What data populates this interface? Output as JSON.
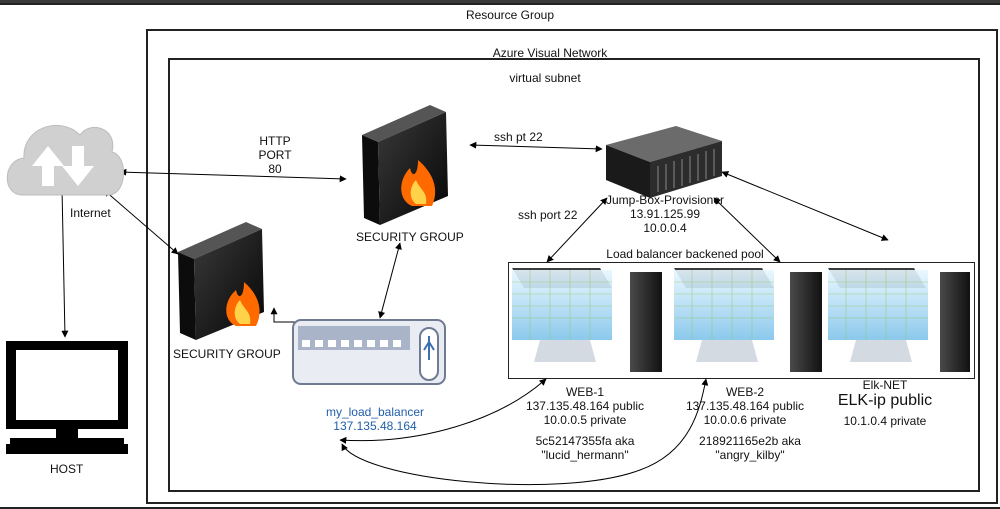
{
  "containers": {
    "resource_group": "Resource Group",
    "azure_network": "Azure Visual Network",
    "virtual_subnet": "virtual subnet",
    "backend_pool": "Load balancer backened pool"
  },
  "internet": {
    "label": "Internet"
  },
  "host": {
    "label": "HOST"
  },
  "http": {
    "line1": "HTTP",
    "line2": "PORT",
    "line3": "80"
  },
  "security_group_top": {
    "label": "SECURITY GROUP"
  },
  "security_group_left": {
    "label": "SECURITY GROUP"
  },
  "ssh_pt": "ssh pt 22",
  "ssh_port": "ssh port 22",
  "jumpbox": {
    "name": "Jump-Box-Provisioner",
    "public_ip": "13.91.125.99",
    "private_ip": "10.0.0.4"
  },
  "load_balancer": {
    "name": "my_load_balancer",
    "ip": "137.135.48.164"
  },
  "web1": {
    "name": "WEB-1",
    "public": "137.135.48.164 public",
    "private": "10.0.0.5 private",
    "id": "5c52147355fa  aka",
    "alias": "\"lucid_hermann\""
  },
  "web2": {
    "name": "WEB-2",
    "public": "137.135.48.164 public",
    "private": "10.0.0.6 private",
    "id": "218921165e2b  aka",
    "alias": "\"angry_kilby\""
  },
  "elk": {
    "name": "Elk-NET",
    "public": "ELK-ip public",
    "private": "10.1.0.4 private"
  },
  "colors": {
    "lb_text": "#1f5fa8",
    "fire": "#ff7a00",
    "cloud": "#d0d0d0"
  }
}
